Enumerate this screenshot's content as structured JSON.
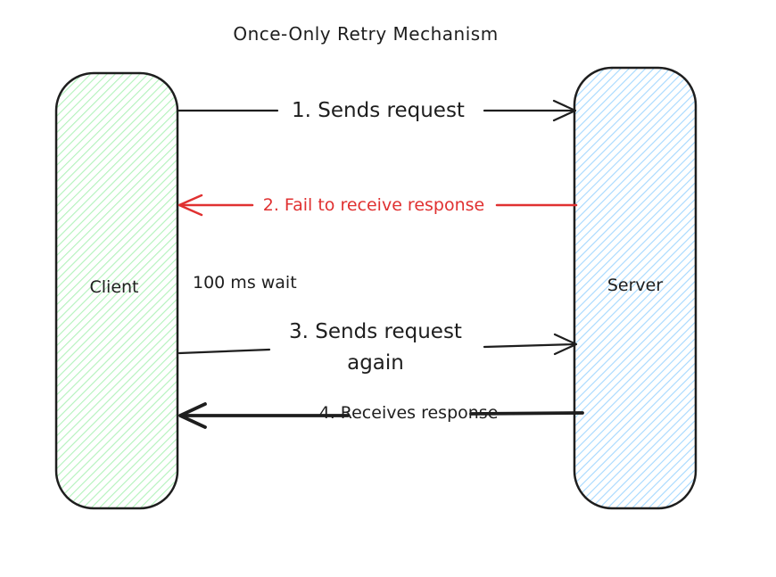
{
  "title": "Once-Only Retry Mechanism",
  "colors": {
    "stroke": "#1e1e1e",
    "red": "#e03131",
    "client_fill": "#b2f2bb",
    "server_fill": "#a5d8ff",
    "background": "#ffffff"
  },
  "nodes": {
    "client": {
      "label": "Client"
    },
    "server": {
      "label": "Server"
    }
  },
  "arrows": [
    {
      "step": 1,
      "label": "1. Sends request",
      "direction": "client-to-server",
      "color": "#1e1e1e",
      "weight": "normal"
    },
    {
      "step": 2,
      "label": "2. Fail to receive response",
      "direction": "server-to-client",
      "color": "#e03131",
      "weight": "normal"
    },
    {
      "step": 3,
      "label": "3. Sends request\nagain",
      "direction": "client-to-server",
      "color": "#1e1e1e",
      "weight": "normal"
    },
    {
      "step": 4,
      "label": "4. Receives response",
      "direction": "server-to-client",
      "color": "#1e1e1e",
      "weight": "bold"
    }
  ],
  "annotations": {
    "wait": "100 ms wait"
  }
}
